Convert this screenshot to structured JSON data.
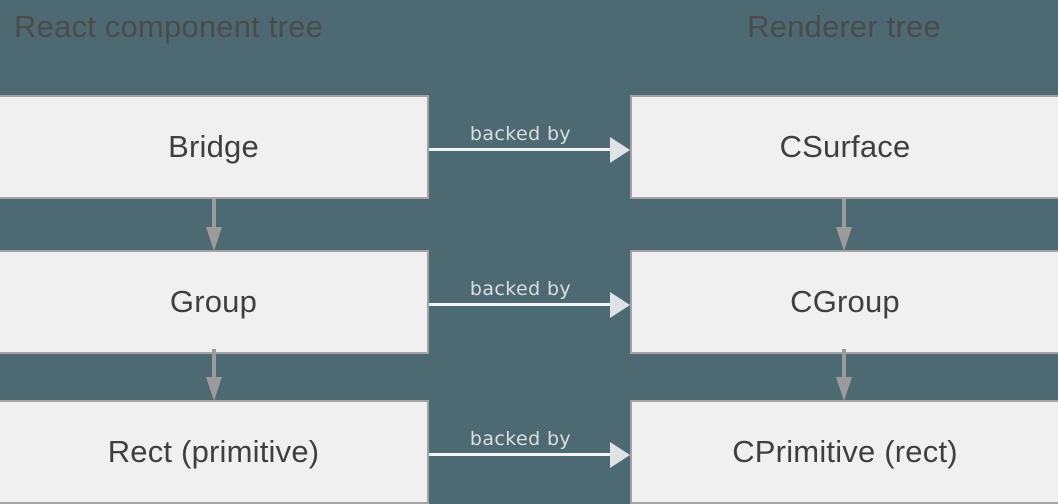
{
  "diagram": {
    "background_color": "#4d6a72",
    "node_fill_color": "#f0f0f0",
    "node_border_color": "#a3a3a3",
    "node_text_color": "#3f3f3f",
    "arrow_color": "#9b9b9b",
    "link_arrow_color": "#f2f4f5",
    "columns": [
      {
        "id": "react-component-tree",
        "title": "React component tree",
        "nodes": [
          {
            "id": "bridge",
            "label": "Bridge"
          },
          {
            "id": "group",
            "label": "Group"
          },
          {
            "id": "rect",
            "label": "Rect (primitive)"
          }
        ]
      },
      {
        "id": "renderer-tree",
        "title": "Renderer tree",
        "nodes": [
          {
            "id": "csurface",
            "label": "CSurface"
          },
          {
            "id": "cgroup",
            "label": "CGroup"
          },
          {
            "id": "cprimitive",
            "label": "CPrimitive (rect)"
          }
        ]
      }
    ],
    "links": [
      {
        "from": "bridge",
        "to": "csurface",
        "label": "backed by"
      },
      {
        "from": "group",
        "to": "cgroup",
        "label": "backed by"
      },
      {
        "from": "rect",
        "to": "cprimitive",
        "label": "backed by"
      }
    ]
  }
}
